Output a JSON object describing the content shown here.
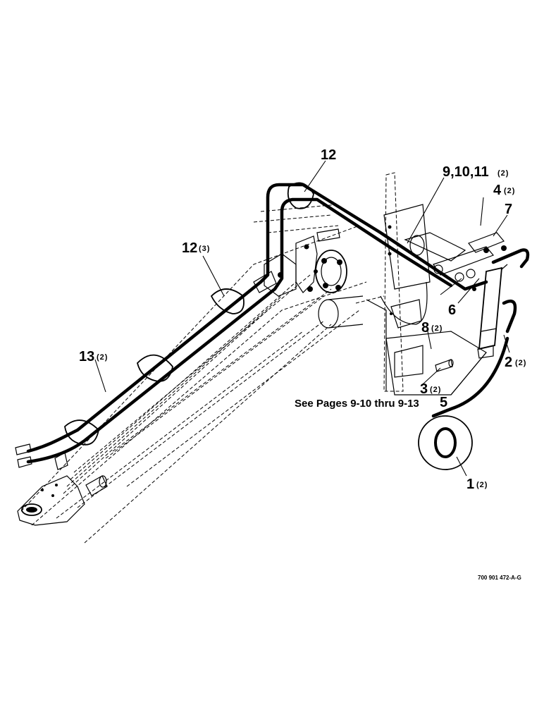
{
  "callouts": [
    {
      "id": "c1",
      "number": "1",
      "qty": "(2)"
    },
    {
      "id": "c2",
      "number": "2",
      "qty": "(2)"
    },
    {
      "id": "c3",
      "number": "3",
      "qty": "(2)"
    },
    {
      "id": "c4",
      "number": "4",
      "qty": "(2)"
    },
    {
      "id": "c5",
      "number": "5",
      "qty": ""
    },
    {
      "id": "c6",
      "number": "6",
      "qty": ""
    },
    {
      "id": "c7",
      "number": "7",
      "qty": ""
    },
    {
      "id": "c8",
      "number": "8",
      "qty": "(2)"
    },
    {
      "id": "c9",
      "number": "9,10,11",
      "qty": "(2)"
    },
    {
      "id": "c12a",
      "number": "12",
      "qty": ""
    },
    {
      "id": "c12b",
      "number": "12",
      "qty": "(3)"
    },
    {
      "id": "c13",
      "number": "13",
      "qty": "(2)"
    }
  ],
  "note": "See Pages 9-10 thru 9-13",
  "drawing_code": "700 901 472-A-G"
}
